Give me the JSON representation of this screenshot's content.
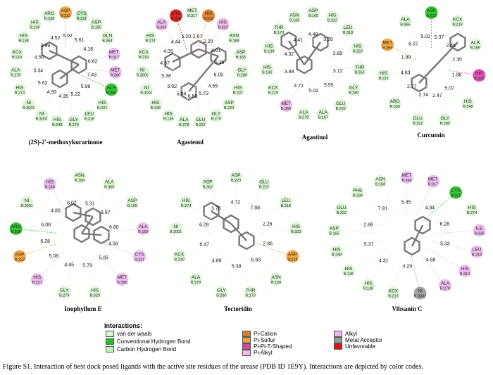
{
  "caption": "Figure S1. Interaction of best dock posed ligands with the active site residues of the urease (PDB ID 1E9Y). Interactions are depicted by color codes.",
  "colors": {
    "van_der_waals": "#d8f5d0",
    "conventional_hbond": "#22c022",
    "carbon_hbond": "#bff0bf",
    "pi_cation": "#e07b20",
    "pi_sulfur": "#f0a030",
    "pi_pi_t_shaped": "#e040b0",
    "pi_alkyl": "#f0b8e8",
    "alkyl": "#eab8ec",
    "metal_acceptor": "#9a9a9a",
    "unfavorable": "#dd1111",
    "bond_gray": "#777777"
  },
  "legend": {
    "title": "Interactions:",
    "items": [
      {
        "label": "van der waals",
        "color": "#d8f5d0"
      },
      {
        "label": "Conventional Hydrogen Bond",
        "color": "#22c022"
      },
      {
        "label": "Carbon Hydrogen Bond",
        "color": "#bff0bf"
      },
      {
        "label": "Pi-Cation",
        "color": "#e07b20"
      },
      {
        "label": "Pi-Sulfur",
        "color": "#f0a030"
      },
      {
        "label": "Pi-Pi-T-Shaped",
        "color": "#e040b0"
      },
      {
        "label": "Pi-Alkyl",
        "color": "#f0b8e8"
      },
      {
        "label": "Alkyl",
        "color": "#eab8ec"
      },
      {
        "label": "Metal Acceptor",
        "color": "#9a9a9a"
      },
      {
        "label": "Unfavorable",
        "color": "#dd1111"
      }
    ]
  },
  "panels": [
    {
      "name": "(2S)-2'-methoxykurarinone",
      "residues": [
        {
          "label": "ASP B:223",
          "type": "pi_sulfur"
        },
        {
          "label": "CYS B:321",
          "type": "carbon_hbond"
        },
        {
          "label": "ASP B:165",
          "type": "van_der_waals"
        },
        {
          "label": "GLN B:364",
          "type": "van_der_waals"
        },
        {
          "label": "MET B:317",
          "type": "alkyl"
        },
        {
          "label": "MET B:366",
          "type": "alkyl"
        },
        {
          "label": "ALA B:365",
          "type": "conventional_hbond"
        },
        {
          "label": "HIS B:221",
          "type": "van_der_waals"
        },
        {
          "label": "LEU B:318",
          "type": "van_der_waals"
        },
        {
          "label": "GLY B:279",
          "type": "van_der_waals"
        },
        {
          "label": "HIS B:248",
          "type": "van_der_waals"
        },
        {
          "label": "NI B:3001",
          "type": "van_der_waals"
        },
        {
          "label": "NI B:3002",
          "type": "van_der_waals"
        },
        {
          "label": "HIS B:274",
          "type": "van_der_waals"
        },
        {
          "label": "ALA B:278",
          "type": "van_der_waals"
        },
        {
          "label": "KCX B:219",
          "type": "van_der_waals"
        },
        {
          "label": "HIS B:138",
          "type": "van_der_waals"
        },
        {
          "label": "HIS B:136",
          "type": "van_der_waals"
        },
        {
          "label": "ARG B:338",
          "type": "van_der_waals"
        }
      ],
      "distances": [
        "7.43",
        "5.99",
        "5.22",
        "4.35",
        "4.93",
        "5.62",
        "5.34",
        "4.50",
        "3.99",
        "4.52",
        "5.02",
        "5.61",
        "4.16",
        "6.62"
      ]
    },
    {
      "name": "Agastenol",
      "residues": [
        {
          "label": "MET B:317",
          "type": "van_der_waals"
        },
        {
          "label": "HIS B:322",
          "type": "pi_cation"
        },
        {
          "label": "HIS B:323",
          "type": "pi_alkyl"
        },
        {
          "label": "ASN B:168",
          "type": "van_der_waals"
        },
        {
          "label": "ASP B:165",
          "type": "van_der_waals"
        },
        {
          "label": "GLY B:280",
          "type": "van_der_waals"
        },
        {
          "label": "HIS B:221",
          "type": "van_der_waals"
        },
        {
          "label": "ASP B:223",
          "type": "van_der_waals"
        },
        {
          "label": "GLY B:279",
          "type": "van_der_waals"
        },
        {
          "label": "GLU B:222",
          "type": "van_der_waals"
        },
        {
          "label": "ALA B:278",
          "type": "van_der_waals"
        },
        {
          "label": "HIS B:136",
          "type": "van_der_waals"
        },
        {
          "label": "HIS B:138",
          "type": "van_der_waals"
        },
        {
          "label": "NI B:3001",
          "type": "van_der_waals"
        },
        {
          "label": "NI B:3002",
          "type": "van_der_waals"
        },
        {
          "label": "KCX B:219",
          "type": "van_der_waals"
        },
        {
          "label": "HIS B:274",
          "type": "van_der_waals"
        },
        {
          "label": "ALA B:365",
          "type": "alkyl"
        },
        {
          "label": "ARG B:338",
          "type": "unfavorable"
        }
      ],
      "distances": [
        "6.05",
        "4.55",
        "5.73",
        "6.58",
        "5.84",
        "5.02",
        "5.38",
        "4.57",
        "4.05",
        "4.44",
        "5.20",
        "2.67",
        "2.20",
        "4.01",
        "5.36"
      ]
    },
    {
      "name": "Agastinol",
      "residues": [
        {
          "label": "ASP B:165",
          "type": "van_der_waals"
        },
        {
          "label": "HIS B:322",
          "type": "van_der_waals"
        },
        {
          "label": "LEU B:318",
          "type": "van_der_waals"
        },
        {
          "label": "HIS B:323",
          "type": "van_der_waals"
        },
        {
          "label": "THR B:351",
          "type": "van_der_waals"
        },
        {
          "label": "GLY B:280",
          "type": "van_der_waals"
        },
        {
          "label": "GLU B:222",
          "type": "van_der_waals"
        },
        {
          "label": "ALA B:167",
          "type": "van_der_waals"
        },
        {
          "label": "ALA B:278",
          "type": "van_der_waals"
        },
        {
          "label": "MET B:366",
          "type": "alkyl"
        },
        {
          "label": "KCX B:219",
          "type": "van_der_waals"
        },
        {
          "label": "HIS B:136",
          "type": "van_der_waals"
        },
        {
          "label": "HIS B:138",
          "type": "van_der_waals"
        },
        {
          "label": "THR B:170",
          "type": "van_der_waals"
        },
        {
          "label": "ASN B:168",
          "type": "van_der_waals"
        }
      ],
      "distances": [
        "3.12",
        "5.55",
        "5.02",
        "4.72",
        "3.89",
        "4.32",
        "4.41",
        "4.48",
        "3.99",
        "3.89"
      ]
    },
    {
      "name": "Curcumin",
      "residues": [
        {
          "label": "ASP B:223",
          "type": "conventional_hbond"
        },
        {
          "label": "KCX B:219",
          "type": "van_der_waals"
        },
        {
          "label": "ALA B:169",
          "type": "van_der_waals"
        },
        {
          "label": "HIS B:322",
          "type": "pi_pi_t_shaped"
        },
        {
          "label": "HIS B:248",
          "type": "van_der_waals"
        },
        {
          "label": "GLY B:280",
          "type": "van_der_waals"
        },
        {
          "label": "GLU B:222",
          "type": "van_der_waals"
        },
        {
          "label": "ARG B:338",
          "type": "van_der_waals"
        },
        {
          "label": "HIS B:221",
          "type": "van_der_waals"
        },
        {
          "label": "MET B:366",
          "type": "pi_sulfur"
        },
        {
          "label": "ALA B:365",
          "type": "van_der_waals"
        }
      ],
      "distances": [
        "1.98",
        "5.07",
        "2.47",
        "2.74",
        "2.77",
        "4.83",
        "1.99",
        "6.07",
        "5.02",
        "5.37",
        "2.65",
        "2.30"
      ]
    },
    {
      "name": "Inophyllum E",
      "residues": [
        {
          "label": "ASN B:168",
          "type": "van_der_waals"
        },
        {
          "label": "ALA B:365",
          "type": "van_der_waals"
        },
        {
          "label": "ASP B:165",
          "type": "van_der_waals"
        },
        {
          "label": "ALA B:169",
          "type": "alkyl"
        },
        {
          "label": "CYS B:321",
          "type": "alkyl"
        },
        {
          "label": "MET B:366",
          "type": "alkyl"
        },
        {
          "label": "HIS B:323",
          "type": "van_der_waals"
        },
        {
          "label": "GLY B:279",
          "type": "van_der_waals"
        },
        {
          "label": "HIS B:221",
          "type": "alkyl"
        },
        {
          "label": "ASP B:223",
          "type": "pi_sulfur"
        },
        {
          "label": "ARG B:338",
          "type": "conventional_hbond"
        },
        {
          "label": "NI B:3001",
          "type": "van_der_waals"
        },
        {
          "label": "HIS B:248",
          "type": "alkyl"
        }
      ],
      "distances": [
        "4.56",
        "5.05",
        "5.79",
        "4.65",
        "5.08",
        "6.28",
        "6.08",
        "4.80",
        "6.02",
        "5.31",
        "3.97",
        "6.80"
      ]
    },
    {
      "name": "Tectoridin",
      "residues": [
        {
          "label": "ASP B:223",
          "type": "van_der_waals"
        },
        {
          "label": "GLU B:222",
          "type": "van_der_waals"
        },
        {
          "label": "LEU B:318",
          "type": "van_der_waals"
        },
        {
          "label": "HIS B:323",
          "type": "van_der_waals"
        },
        {
          "label": "ASP B:224",
          "type": "pi_sulfur"
        },
        {
          "label": "ASN B:168",
          "type": "van_der_waals"
        },
        {
          "label": "THR B:170",
          "type": "van_der_waals"
        },
        {
          "label": "GLY B:280",
          "type": "van_der_waals"
        },
        {
          "label": "ALA B:278",
          "type": "van_der_waals"
        },
        {
          "label": "KCX B:219",
          "type": "van_der_waals"
        },
        {
          "label": "NI B:3001",
          "type": "van_der_waals"
        },
        {
          "label": "HIS B:274",
          "type": "van_der_waals"
        },
        {
          "label": "ASP B:362",
          "type": "van_der_waals"
        }
      ],
      "distances": [
        "2.86",
        "6.93",
        "5.38",
        "4.86",
        "6.47",
        "6.28",
        "3.76",
        "4.72",
        "7.88",
        "2.26"
      ]
    },
    {
      "name": "Vibsanin C",
      "residues": [
        {
          "label": "MET B:366",
          "type": "alkyl"
        },
        {
          "label": "MET B:317",
          "type": "alkyl"
        },
        {
          "label": "CYS B:321",
          "type": "conventional_hbond"
        },
        {
          "label": "HIS B:274",
          "type": "van_der_waals"
        },
        {
          "label": "ILE B:339",
          "type": "alkyl"
        },
        {
          "label": "LEU B:318",
          "type": "alkyl"
        },
        {
          "label": "HIS B:314",
          "type": "alkyl"
        },
        {
          "label": "ALA B:278",
          "type": "alkyl"
        },
        {
          "label": "NI B:3002",
          "type": "metal_acceptor"
        },
        {
          "label": "KCX B:219",
          "type": "van_der_waals"
        },
        {
          "label": "HIS B:138",
          "type": "van_der_waals"
        },
        {
          "label": "HIS B:136",
          "type": "van_der_waals"
        },
        {
          "label": "HIS B:248",
          "type": "van_der_waals"
        },
        {
          "label": "ASP B:165",
          "type": "van_der_waals"
        },
        {
          "label": "GLU B:222",
          "type": "van_der_waals"
        },
        {
          "label": "PHE B:334",
          "type": "van_der_waals"
        },
        {
          "label": "ASN B:168",
          "type": "van_der_waals"
        }
      ],
      "distances": [
        "5.33",
        "4.68",
        "4.29",
        "4.31",
        "5.37",
        "2.86",
        "7.91",
        "5.45",
        "4.94",
        "6.28"
      ]
    }
  ]
}
